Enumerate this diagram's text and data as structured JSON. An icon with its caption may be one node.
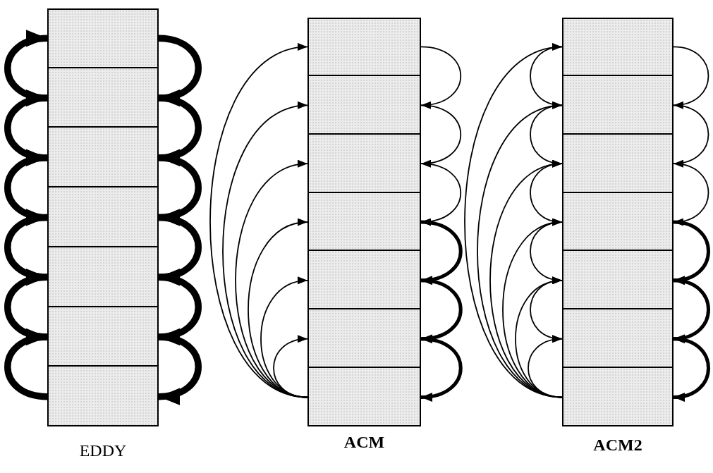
{
  "diagram": {
    "nodes": [
      {
        "text": [
          "EDDY"
        ]
      },
      {
        "text": [],
        "shape": "box",
        "in": 0
      },
      {
        "text": [],
        "shape": "box",
        "in": 0
      },
      {
        "text": [],
        "shape": "box",
        "in": 0
      },
      {
        "text": [],
        "shape": "box",
        "in": 0
      },
      {
        "text": [],
        "shape": "box",
        "in": 0
      },
      {
        "text": [],
        "shape": "box",
        "in": 0
      },
      {
        "text": [],
        "shape": "box",
        "in": 0
      },
      {
        "text": [
          "ACM"
        ]
      },
      {
        "text": [],
        "shape": "box",
        "in": 8
      },
      {
        "text": [],
        "shape": "box",
        "in": 8
      },
      {
        "text": [],
        "shape": "box",
        "in": 8
      },
      {
        "text": [],
        "shape": "box",
        "in": 8
      },
      {
        "text": [],
        "shape": "box",
        "in": 8
      },
      {
        "text": [],
        "shape": "box",
        "in": 8
      },
      {
        "text": [],
        "shape": "box",
        "in": 8
      },
      {
        "text": [
          "ACM2"
        ]
      },
      {
        "text": [],
        "shape": "box",
        "in": 16
      },
      {
        "text": [],
        "shape": "box",
        "in": 16
      },
      {
        "text": [],
        "shape": "box",
        "in": 16
      },
      {
        "text": [],
        "shape": "box",
        "in": 16
      },
      {
        "text": [],
        "shape": "box",
        "in": 16
      },
      {
        "text": [],
        "shape": "box",
        "in": 16
      },
      {
        "text": [],
        "shape": "box",
        "in": 16
      }
    ],
    "edges": [
      {
        "from": 2,
        "to": 1,
        "arrow": "to",
        "style": "thick"
      },
      {
        "from": 3,
        "to": 2,
        "arrow": "to",
        "style": "thick"
      },
      {
        "from": 4,
        "to": 3,
        "arrow": "to",
        "style": "thick"
      },
      {
        "from": 5,
        "to": 4,
        "arrow": "to",
        "style": "thick"
      },
      {
        "from": 6,
        "to": 5,
        "arrow": "to",
        "style": "thick"
      },
      {
        "from": 7,
        "to": 6,
        "arrow": "to",
        "style": "thick"
      },
      {
        "from": 1,
        "to": 2,
        "arrow": "to",
        "style": "thick"
      },
      {
        "from": 2,
        "to": 3,
        "arrow": "to",
        "style": "thick"
      },
      {
        "from": 3,
        "to": 4,
        "arrow": "to",
        "style": "thick"
      },
      {
        "from": 4,
        "to": 5,
        "arrow": "to",
        "style": "thick"
      },
      {
        "from": 5,
        "to": 6,
        "arrow": "to",
        "style": "thick"
      },
      {
        "from": 6,
        "to": 7,
        "arrow": "to",
        "style": "thick"
      },
      {
        "from": 15,
        "to": 9,
        "arrow": "to"
      },
      {
        "from": 15,
        "to": 10,
        "arrow": "to"
      },
      {
        "from": 15,
        "to": 11,
        "arrow": "to"
      },
      {
        "from": 15,
        "to": 12,
        "arrow": "to"
      },
      {
        "from": 15,
        "to": 13,
        "arrow": "to"
      },
      {
        "from": 15,
        "to": 14,
        "arrow": "to"
      },
      {
        "from": 9,
        "to": 10,
        "arrow": "to"
      },
      {
        "from": 10,
        "to": 11,
        "arrow": "to"
      },
      {
        "from": 11,
        "to": 12,
        "arrow": "to"
      },
      {
        "from": 12,
        "to": 13,
        "arrow": "to",
        "style": "thick"
      },
      {
        "from": 13,
        "to": 14,
        "arrow": "to",
        "style": "thick"
      },
      {
        "from": 14,
        "to": 15,
        "arrow": "to",
        "style": "thick"
      },
      {
        "from": 23,
        "to": 17,
        "arrow": "to"
      },
      {
        "from": 23,
        "to": 18,
        "arrow": "to"
      },
      {
        "from": 23,
        "to": 19,
        "arrow": "to"
      },
      {
        "from": 23,
        "to": 20,
        "arrow": "to"
      },
      {
        "from": 23,
        "to": 21,
        "arrow": "to"
      },
      {
        "from": 23,
        "to": 22,
        "arrow": "to"
      },
      {
        "from": 17,
        "to": 18,
        "arrow": "to"
      },
      {
        "from": 18,
        "to": 19,
        "arrow": "to"
      },
      {
        "from": 19,
        "to": 20,
        "arrow": "to"
      },
      {
        "from": 20,
        "to": 21,
        "arrow": "to"
      },
      {
        "from": 21,
        "to": 22,
        "arrow": "to"
      },
      {
        "from": 17,
        "to": 18,
        "arrow": "to"
      },
      {
        "from": 18,
        "to": 19,
        "arrow": "to"
      },
      {
        "from": 19,
        "to": 20,
        "arrow": "to"
      },
      {
        "from": 20,
        "to": 21,
        "arrow": "to",
        "style": "thick"
      },
      {
        "from": 21,
        "to": 22,
        "arrow": "to",
        "style": "thick"
      },
      {
        "from": 22,
        "to": 23,
        "arrow": "to",
        "style": "thick"
      }
    ]
  }
}
